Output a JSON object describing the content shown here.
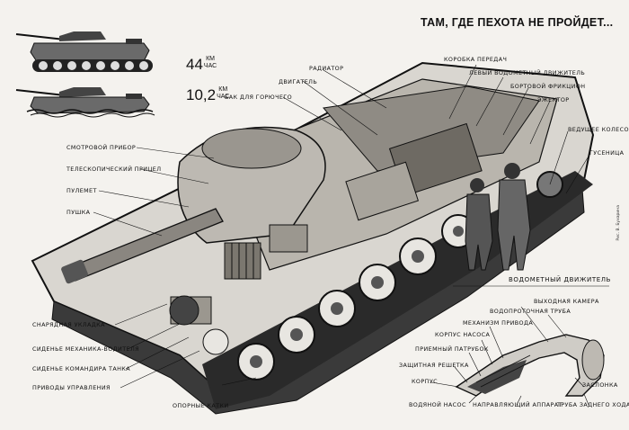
{
  "title": "ТАМ, ГДЕ ПЕХОТА НЕ ПРОЙДЕТ...",
  "speeds": {
    "land": {
      "value": "44",
      "unit_top": "КМ",
      "unit_bottom": "ЧАС"
    },
    "water": {
      "value": "10,2",
      "unit_top": "КМ",
      "unit_bottom": "ЧАС"
    }
  },
  "labels": {
    "observation_device": "СМОТРОВОЙ ПРИБОР",
    "telescopic_sight": "ТЕЛЕСКОПИЧЕСКИЙ ПРИЦЕЛ",
    "machine_gun": "ПУЛЕМЕТ",
    "cannon": "ПУШКА",
    "ammo_rack": "СНАРЯДНАЯ УКЛАДКА",
    "driver_seat": "СИДЕНЬЕ МЕХАНИКА-ВОДИТЕЛЯ",
    "commander_seat": "СИДЕНЬЕ КОМАНДИРА ТАНКА",
    "control_drives": "ПРИВОДЫ УПРАВЛЕНИЯ",
    "road_wheels": "ОПОРНЫЕ КАТКИ",
    "fuel_tank": "БАК ДЛЯ ГОРЮЧЕГО",
    "engine": "ДВИГАТЕЛЬ",
    "radiator": "РАДИАТОР",
    "gearbox": "КОРОБКА ПЕРЕДАЧ",
    "left_water_jet": "ЛЕВЫЙ ВОДОМЕТНЫЙ ДВИЖИТЕЛЬ",
    "side_clutch": "БОРТОВОЙ ФРИКЦИОН",
    "ejector": "ЭЖЕКТОР",
    "drive_wheel": "ВЕДУЩЕЕ КОЛЕСО",
    "track": "ГУСЕНИЦА"
  },
  "waterjet": {
    "section_title": "ВОДОМЕТНЫЙ ДВИЖИТЕЛЬ",
    "drive_mechanism": "МЕХАНИЗМ ПРИВОДА",
    "outlet_chamber": "ВЫХОДНАЯ КАМЕРА",
    "water_pipe": "ВОДОПРОТОЧНАЯ ТРУБА",
    "pump_housing": "КОРПУС НАСОСА",
    "intake_pipe": "ПРИЕМНЫЙ ПАТРУБОК",
    "protective_grill": "ЗАЩИТНАЯ РЕШЕТКА",
    "housing": "КОРПУС",
    "flap": "ЗАСЛОНКА",
    "water_pump": "ВОДЯНОЙ НАСОС",
    "guide_apparatus": "НАПРАВЛЯЮЩИЙ АППАРАТ",
    "reverse_pipe": "ТРУБА ЗАДНЕГО ХОДА"
  },
  "credit": "Рис. В. Бухарина",
  "colors": {
    "paper": "#f4f2ee",
    "ink": "#111111"
  }
}
